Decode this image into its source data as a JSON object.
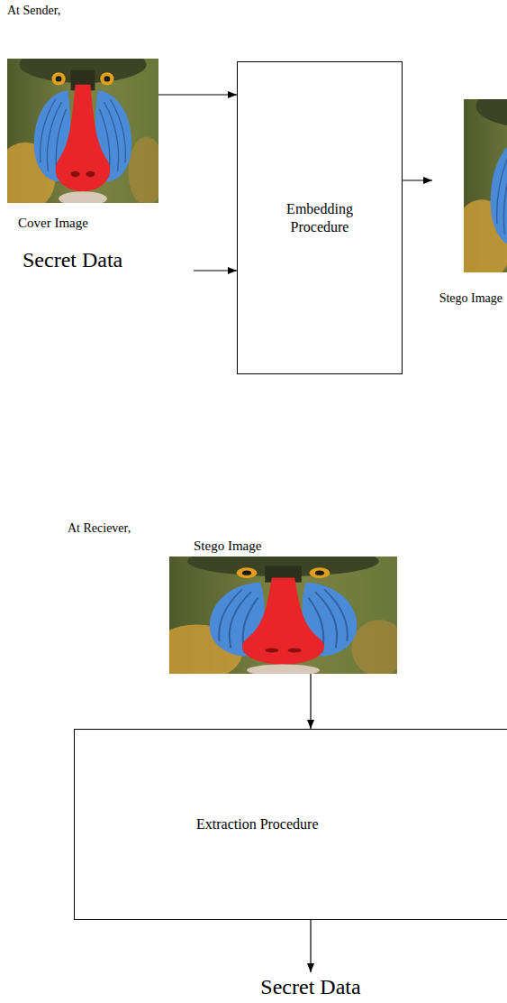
{
  "diagram": {
    "nodes": [
      {
        "text": [
          "Cover Image"
        ]
      },
      {
        "text": [
          "Secret Data"
        ]
      },
      {
        "text": [
          "Embedding Procedure"
        ]
      },
      {
        "text": [
          "Stego Image"
        ]
      },
      {
        "text": [
          "Stego Image"
        ]
      },
      {
        "text": [
          "Extraction Procedure"
        ]
      },
      {
        "text": [
          "Secret Data"
        ]
      }
    ],
    "edges": [
      {
        "from": 0,
        "to": 2,
        "arrow": "to"
      },
      {
        "from": 1,
        "to": 2,
        "arrow": "to"
      },
      {
        "from": 2,
        "to": 3,
        "arrow": "to"
      },
      {
        "from": 4,
        "to": 5,
        "arrow": "to"
      },
      {
        "from": 5,
        "to": 6,
        "arrow": "to"
      }
    ],
    "labels": [
      "At Sender,",
      "At Reciever,"
    ]
  }
}
